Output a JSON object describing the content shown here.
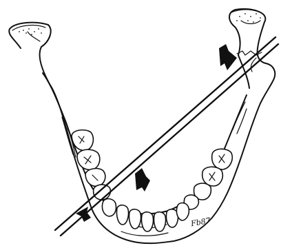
{
  "figure": {
    "subject": "mandible-fracture-line-illustration",
    "signature": "Fb87",
    "colors": {
      "ink": "#111111",
      "background": "#ffffff"
    },
    "icons": [
      "left-condyle",
      "right-condyle",
      "fracture-line",
      "direction-arrow",
      "molar-teeth",
      "incisor-teeth"
    ]
  }
}
